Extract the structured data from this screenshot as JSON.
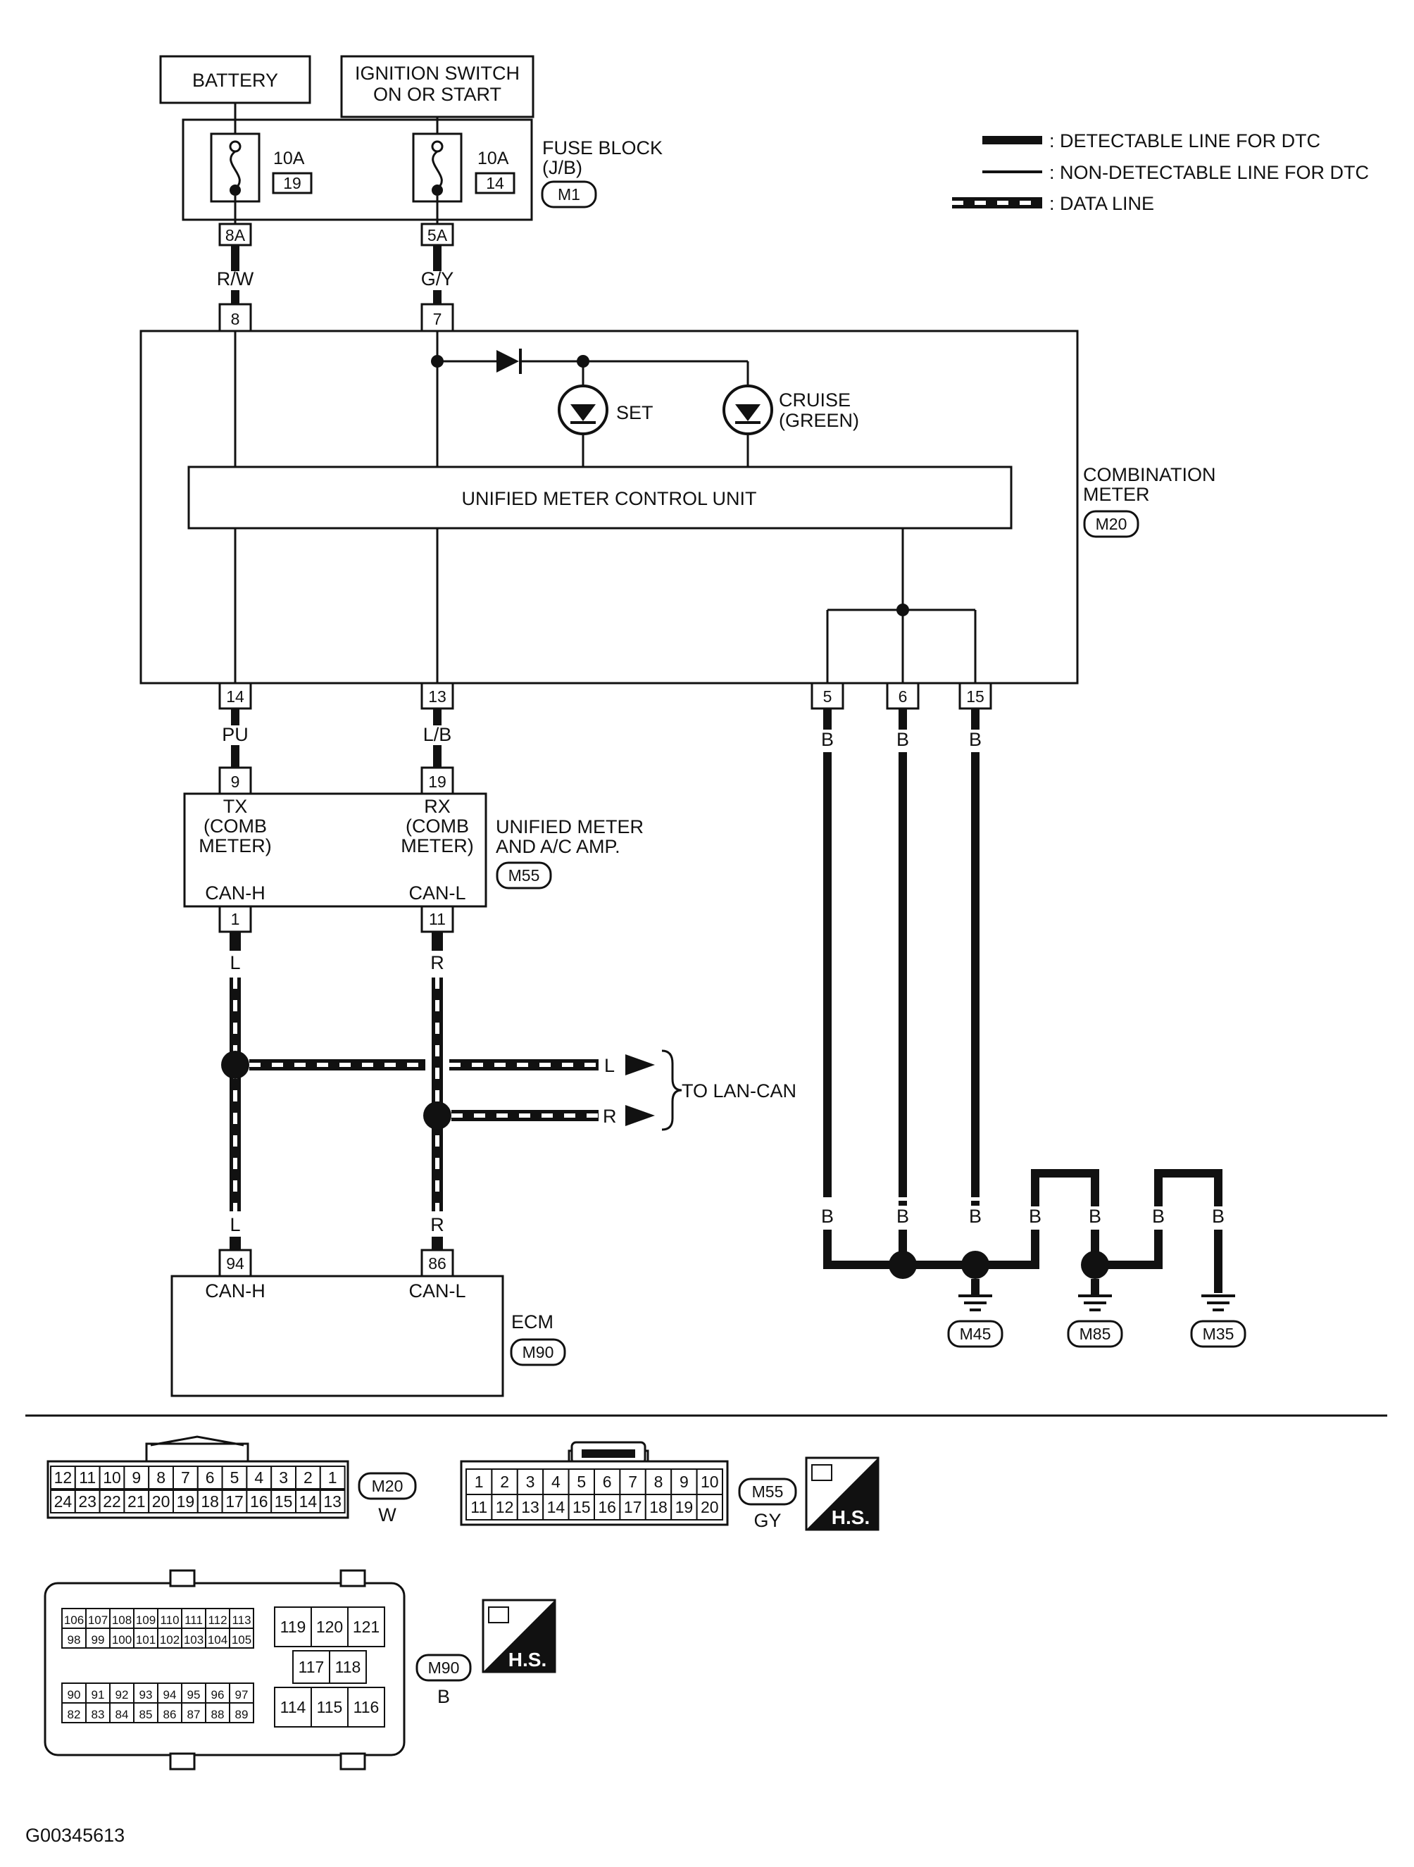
{
  "legend": {
    "detectable": ": DETECTABLE LINE FOR DTC",
    "non_detectable": ": NON-DETECTABLE LINE FOR DTC",
    "data_line": ": DATA LINE"
  },
  "power": {
    "battery": "BATTERY",
    "ignition_line1": "IGNITION SWITCH",
    "ignition_line2": "ON OR START"
  },
  "fuse_block": {
    "title_line1": "FUSE BLOCK",
    "title_line2": "(J/B)",
    "connector": "M1",
    "fuse1_rating": "10A",
    "fuse1_number": "19",
    "fuse2_rating": "10A",
    "fuse2_number": "14",
    "out1": "8A",
    "out2": "5A"
  },
  "wires": {
    "rw": "R/W",
    "gy": "G/Y",
    "pu": "PU",
    "lb": "L/B",
    "l": "L",
    "r": "R",
    "b": "B"
  },
  "combination_meter": {
    "title_line1": "COMBINATION",
    "title_line2": "METER",
    "connector": "M20",
    "pins": [
      "8",
      "7",
      "14",
      "13",
      "5",
      "6",
      "15"
    ],
    "set_label": "SET",
    "cruise_line1": "CRUISE",
    "cruise_line2": "(GREEN)",
    "control_unit": "UNIFIED METER CONTROL UNIT"
  },
  "amp": {
    "title_line1": "UNIFIED METER",
    "title_line2": "AND A/C AMP.",
    "connector": "M55",
    "pin_in_1": "9",
    "pin_in_2": "19",
    "tx_line1": "TX",
    "tx_line2": "(COMB",
    "tx_line3": "METER)",
    "rx_line1": "RX",
    "rx_line2": "(COMB",
    "rx_line3": "METER)",
    "can_h": "CAN-H",
    "can_l": "CAN-L",
    "pin_out_1": "1",
    "pin_out_2": "11"
  },
  "lan": {
    "label": "TO LAN-CAN",
    "l": "L",
    "r": "R"
  },
  "ecm": {
    "title": "ECM",
    "connector": "M90",
    "pin_h": "94",
    "pin_l": "86",
    "can_h": "CAN-H",
    "can_l": "CAN-L"
  },
  "grounds": [
    "M45",
    "M85",
    "M35"
  ],
  "connector_views": {
    "m20": {
      "id": "M20",
      "color": "W",
      "row1": [
        "12",
        "11",
        "10",
        "9",
        "8",
        "7",
        "6",
        "5",
        "4",
        "3",
        "2",
        "1"
      ],
      "row2": [
        "24",
        "23",
        "22",
        "21",
        "20",
        "19",
        "18",
        "17",
        "16",
        "15",
        "14",
        "13"
      ]
    },
    "m55": {
      "id": "M55",
      "color": "GY",
      "row1": [
        "1",
        "2",
        "3",
        "4",
        "5",
        "6",
        "7",
        "8",
        "9",
        "10"
      ],
      "row2": [
        "11",
        "12",
        "13",
        "14",
        "15",
        "16",
        "17",
        "18",
        "19",
        "20"
      ]
    },
    "m90": {
      "id": "M90",
      "color": "B",
      "g1r1": [
        "106",
        "107",
        "108",
        "109",
        "110",
        "111",
        "112",
        "113"
      ],
      "g1r2": [
        "98",
        "99",
        "100",
        "101",
        "102",
        "103",
        "104",
        "105"
      ],
      "g1r3": [
        "90",
        "91",
        "92",
        "93",
        "94",
        "95",
        "96",
        "97"
      ],
      "g1r4": [
        "82",
        "83",
        "84",
        "85",
        "86",
        "87",
        "88",
        "89"
      ],
      "g2r1": [
        "119",
        "120",
        "121"
      ],
      "g2r2": [
        "117",
        "118"
      ],
      "g2r3": [
        "114",
        "115",
        "116"
      ]
    },
    "hs_label": "H.S."
  },
  "footer_code": "G00345613"
}
